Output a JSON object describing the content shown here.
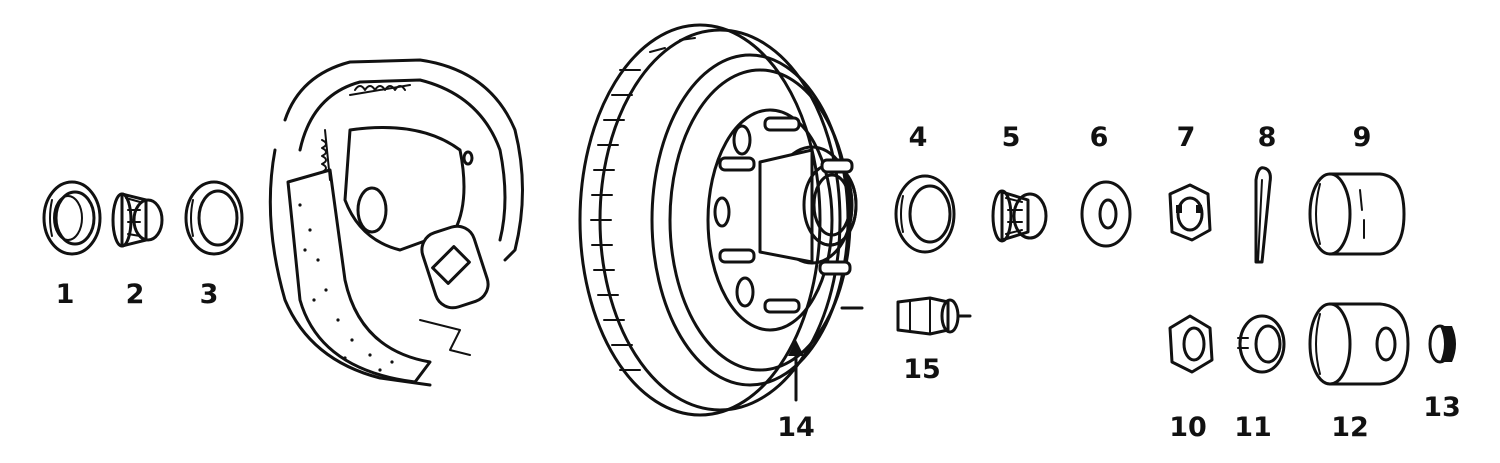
{
  "diagram": {
    "type": "exploded-parts-view",
    "parts": [
      {
        "id": "1",
        "label": "1",
        "icon": "bearing-race-icon"
      },
      {
        "id": "2",
        "label": "2",
        "icon": "roller-bearing-icon"
      },
      {
        "id": "3",
        "label": "3",
        "icon": "bearing-race-icon"
      },
      {
        "id": "4",
        "label": "4",
        "icon": "bearing-race-icon"
      },
      {
        "id": "5",
        "label": "5",
        "icon": "roller-bearing-icon"
      },
      {
        "id": "6",
        "label": "6",
        "icon": "washer-icon"
      },
      {
        "id": "7",
        "label": "7",
        "icon": "castle-nut-icon"
      },
      {
        "id": "8",
        "label": "8",
        "icon": "cotter-pin-icon"
      },
      {
        "id": "9",
        "label": "9",
        "icon": "dust-cap-icon"
      },
      {
        "id": "10",
        "label": "10",
        "icon": "hex-nut-icon"
      },
      {
        "id": "11",
        "label": "11",
        "icon": "retainer-washer-icon"
      },
      {
        "id": "12",
        "label": "12",
        "icon": "grease-cap-icon"
      },
      {
        "id": "13",
        "label": "13",
        "icon": "rubber-plug-icon"
      },
      {
        "id": "14",
        "label": "14",
        "icon": "wheel-stud-icon"
      },
      {
        "id": "15",
        "label": "15",
        "icon": "lug-nut-icon"
      }
    ],
    "colors": {
      "ink": "#111111",
      "paper": "#ffffff"
    }
  }
}
